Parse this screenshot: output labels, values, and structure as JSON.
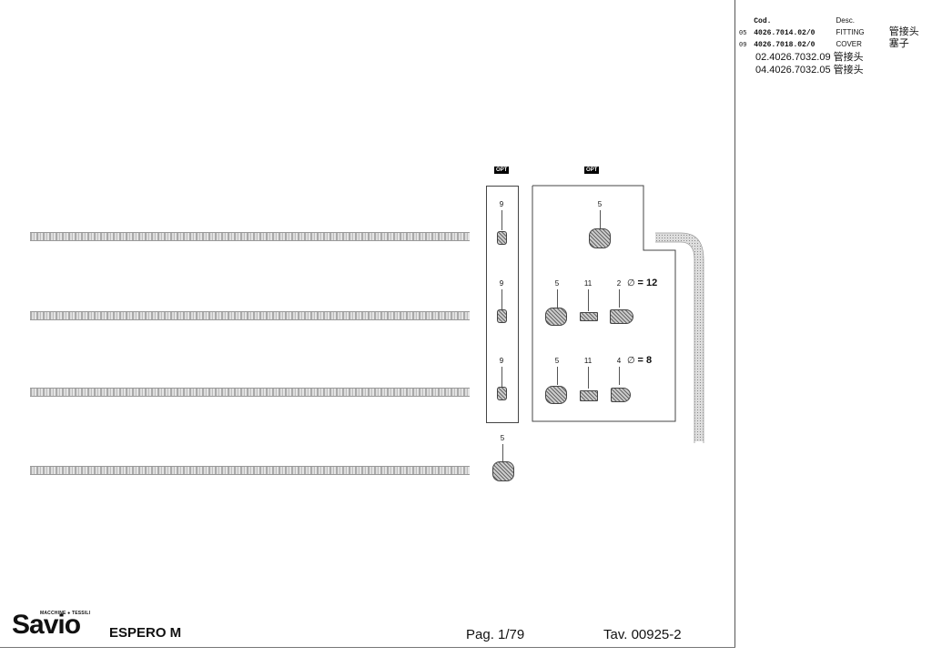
{
  "parts_list": {
    "header": {
      "code": "Cod.",
      "desc": "Desc."
    },
    "rows": [
      {
        "pos": "05",
        "code": "4026.7014.02/0",
        "desc": "FITTING",
        "desc_cn": "管接头"
      },
      {
        "pos": "09",
        "code": "4026.7018.02/0",
        "desc": "COVER",
        "desc_cn": "塞子"
      }
    ],
    "alternatives": [
      {
        "text": "02.4026.7032.09 管接头"
      },
      {
        "text": "04.4026.7032.05 管接头"
      }
    ]
  },
  "diagram": {
    "opt_label_1": "OPT",
    "opt_label_2": "OPT",
    "box1_numbers": [
      "9",
      "9",
      "9"
    ],
    "box2_top_number": "5",
    "row_a": {
      "n1": "5",
      "n2": "11",
      "n3": "2",
      "diameter": "∅",
      "value": "= 12"
    },
    "row_b": {
      "n1": "5",
      "n2": "11",
      "n3": "4",
      "diameter": "∅",
      "value": "= 8"
    },
    "bottom_number": "5"
  },
  "footer": {
    "logo": "Savio",
    "logo_sub": "MACCHINE ● TESSILI",
    "model": "ESPERO M",
    "page": "Pag. 1/79",
    "table": "Tav. 00925-2"
  }
}
